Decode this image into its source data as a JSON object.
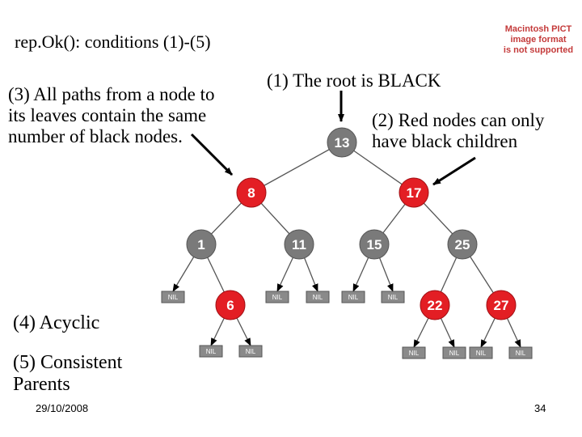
{
  "slide": {
    "title": "rep.Ok(): conditions (1)-(5)",
    "date": "29/10/2008",
    "page_number": "34"
  },
  "placeholder_notice": [
    "Macintosh PICT",
    "image format",
    "is not supported"
  ],
  "conditions": {
    "c1": "(1) The root is BLACK",
    "c2": "(2) Red nodes can only\nhave black children",
    "c3": "(3) All paths from a node to\nits leaves contain the same\nnumber of black nodes.",
    "c4": "(4) Acyclic",
    "c5": "(5) Consistent\nParents"
  },
  "colors": {
    "black_node": "#7a7a7a",
    "red_node": "#e31e24",
    "nil": "#8a8a8a",
    "arrow": "#000000"
  },
  "tree": {
    "nodes": [
      {
        "id": "n13",
        "label": "13",
        "color": "black"
      },
      {
        "id": "n8",
        "label": "8",
        "color": "red"
      },
      {
        "id": "n17",
        "label": "17",
        "color": "red"
      },
      {
        "id": "n1",
        "label": "1",
        "color": "black"
      },
      {
        "id": "n11",
        "label": "11",
        "color": "black"
      },
      {
        "id": "n15",
        "label": "15",
        "color": "black"
      },
      {
        "id": "n25",
        "label": "25",
        "color": "black"
      },
      {
        "id": "n6",
        "label": "6",
        "color": "red"
      },
      {
        "id": "n22",
        "label": "22",
        "color": "red"
      },
      {
        "id": "n27",
        "label": "27",
        "color": "red"
      }
    ],
    "nil_label": "NIL"
  }
}
